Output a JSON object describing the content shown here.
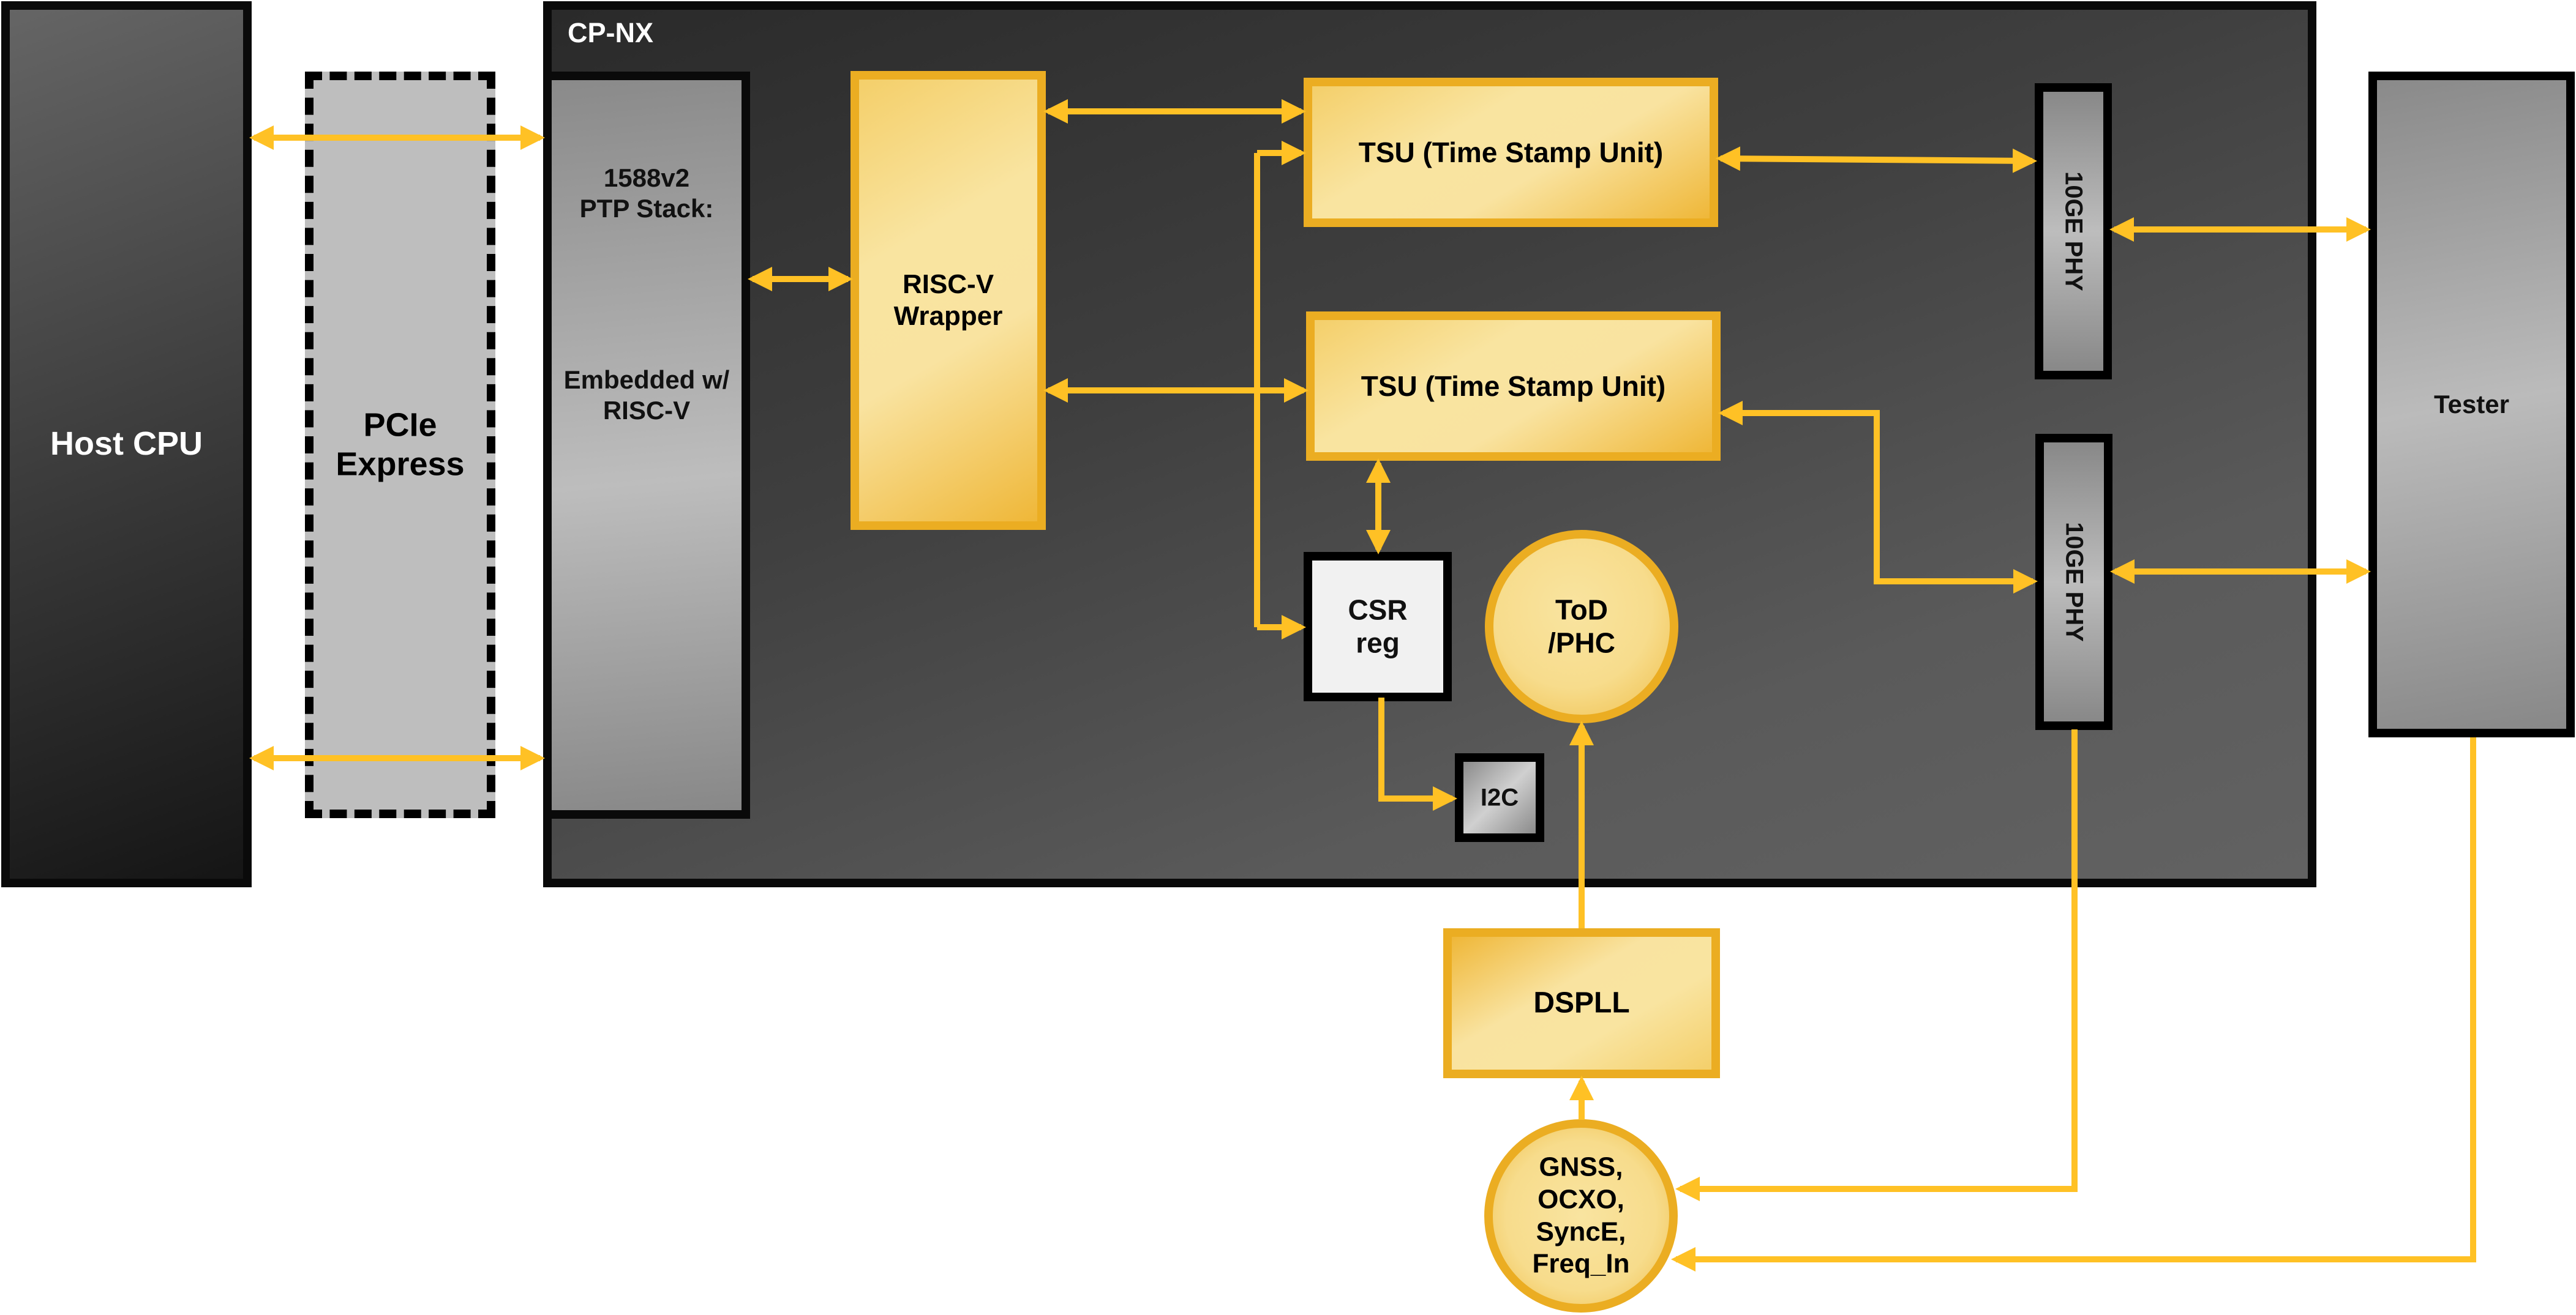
{
  "diagram": {
    "title": "CP-NX",
    "colors": {
      "connector": "#FFC125",
      "gold_border": "#EBAD22",
      "gold_fill_light": "#F9E4A0",
      "gold_fill_dark": "#EFB738",
      "block_border": "#0A0A0A"
    },
    "blocks": {
      "host_cpu": {
        "label": "Host CPU"
      },
      "pcie": {
        "line1": "PCIe",
        "line2": "Express"
      },
      "ptp_stack": {
        "line1": "1588v2",
        "line2": "PTP Stack:",
        "line3": "Embedded w/",
        "line4": "RISC-V"
      },
      "riscv_wrapper": {
        "line1": "RISC-V",
        "line2": "Wrapper"
      },
      "tsu_1": {
        "label": "TSU (Time Stamp Unit)"
      },
      "tsu_2": {
        "label": "TSU (Time Stamp Unit)"
      },
      "csr_reg": {
        "line1": "CSR",
        "line2": "reg"
      },
      "tod_phc": {
        "line1": "ToD",
        "line2": "/PHC"
      },
      "i2c": {
        "label": "I2C"
      },
      "phy_1": {
        "label": "10GE PHY"
      },
      "phy_2": {
        "label": "10GE PHY"
      },
      "tester": {
        "label": "Tester"
      },
      "dspll": {
        "label": "DSPLL"
      },
      "clock_sources": {
        "line1": "GNSS,",
        "line2": "OCXO,",
        "line3": "SyncE,",
        "line4": "Freq_In"
      }
    },
    "connections": [
      {
        "from": "Host CPU",
        "to": "1588v2 PTP Stack",
        "type": "bidirectional"
      },
      {
        "from": "Host CPU",
        "to": "1588v2 PTP Stack",
        "type": "bidirectional"
      },
      {
        "from": "1588v2 PTP Stack",
        "to": "RISC-V Wrapper",
        "type": "bidirectional"
      },
      {
        "from": "RISC-V Wrapper",
        "to": "TSU 1",
        "type": "bidirectional"
      },
      {
        "from": "RISC-V Wrapper",
        "to": "TSU 2",
        "type": "bidirectional"
      },
      {
        "from": "CSR reg",
        "to": "TSU 1",
        "type": "directed"
      },
      {
        "from": "CSR bus",
        "to": "CSR reg",
        "type": "directed"
      },
      {
        "from": "TSU 2",
        "to": "CSR reg",
        "type": "bidirectional"
      },
      {
        "from": "TSU 1",
        "to": "10GE PHY 1",
        "type": "bidirectional"
      },
      {
        "from": "10GE PHY 2",
        "to": "TSU 2",
        "type": "bidirectional"
      },
      {
        "from": "10GE PHY 1",
        "to": "Tester",
        "type": "bidirectional"
      },
      {
        "from": "10GE PHY 2",
        "to": "Tester",
        "type": "bidirectional"
      },
      {
        "from": "CSR reg",
        "to": "I2C",
        "type": "directed"
      },
      {
        "from": "DSPLL",
        "to": "ToD/PHC",
        "type": "directed"
      },
      {
        "from": "Clock sources",
        "to": "DSPLL",
        "type": "directed"
      },
      {
        "from": "10GE PHY 2",
        "to": "Clock sources",
        "type": "directed"
      },
      {
        "from": "Tester",
        "to": "Clock sources",
        "type": "directed"
      }
    ]
  }
}
